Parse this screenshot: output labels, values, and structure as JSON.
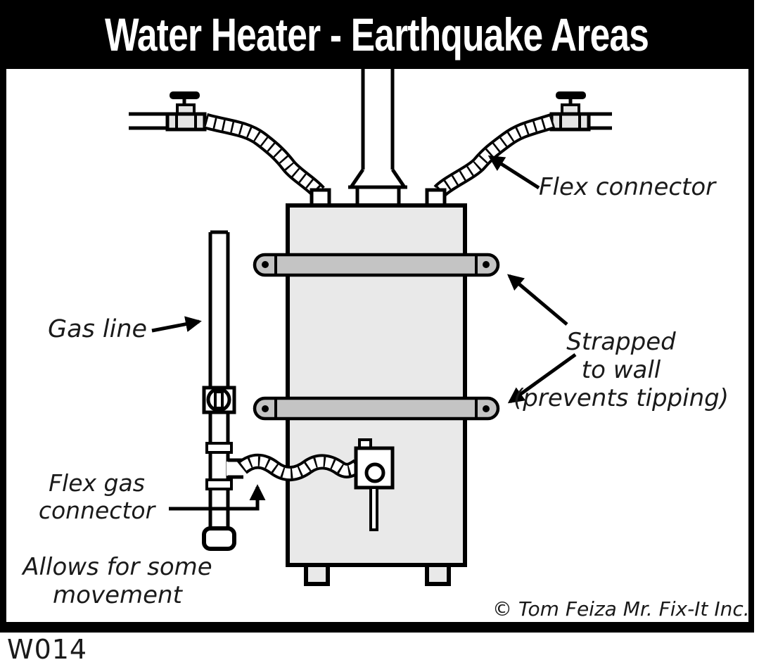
{
  "title": "Water Heater - Earthquake Areas",
  "diagram": {
    "labels": {
      "flex_connector": "Flex connector",
      "gas_line": "Gas line",
      "strapped_to_wall": [
        "Strapped",
        "to wall",
        "(prevents tipping)"
      ],
      "flex_gas_connector": [
        "Flex gas",
        "connector"
      ],
      "allows_movement": [
        "Allows for some",
        "movement"
      ]
    },
    "parts": [
      "shutoff-valve-left",
      "shutoff-valve-right",
      "flex-water-connector-left",
      "flex-water-connector-right",
      "flue-pipe",
      "draft-hood",
      "water-heater-tank",
      "earthquake-strap-upper",
      "earthquake-strap-lower",
      "gas-line-pipe",
      "gas-shutoff-valve",
      "tee-fitting",
      "flex-gas-connector",
      "gas-control-valve",
      "drip-leg",
      "tank-leg-left",
      "tank-leg-right"
    ]
  },
  "footer": {
    "copyright": "© Tom Feiza Mr. Fix-It Inc.",
    "figure_id": "W014"
  },
  "colors": {
    "outline": "#000000",
    "tank_fill": "#e9e9e9",
    "strap_fill": "#c4c4c4",
    "valve_fill": "#e4e4e4",
    "title_bg": "#000000",
    "title_text": "#ffffff",
    "background": "#ffffff"
  }
}
